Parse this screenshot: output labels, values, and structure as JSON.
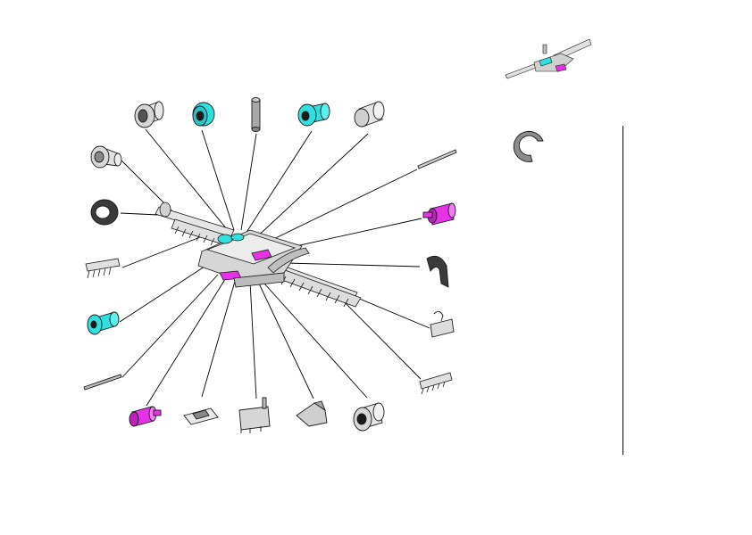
{
  "colors": {
    "outline": "#1a1a1a",
    "leader": "#000000",
    "part_gray": "#d9d9d9",
    "part_gray_dark": "#9a9a9a",
    "accent_cyan": "#33dede",
    "accent_magenta": "#e632e6",
    "clip_dark": "#3a3a3a"
  },
  "parts": [
    {
      "name": "flanged-bushing-part",
      "icon": "flanged-bushing-icon"
    },
    {
      "name": "cyan-spacer-part",
      "icon": "cyan-spacer-icon"
    },
    {
      "name": "pin-part",
      "icon": "pin-icon"
    },
    {
      "name": "cyan-flanged-roller-part",
      "icon": "cyan-flanged-roller-icon"
    },
    {
      "name": "sleeve-part",
      "icon": "sleeve-icon"
    },
    {
      "name": "flange-bearing-part",
      "icon": "flange-bearing-icon"
    },
    {
      "name": "washer-part",
      "icon": "washer-icon"
    },
    {
      "name": "comb-plate-left-part",
      "icon": "comb-plate-icon"
    },
    {
      "name": "cyan-roller-left-part",
      "icon": "cyan-roller-icon"
    },
    {
      "name": "long-rod-left-part",
      "icon": "rod-icon"
    },
    {
      "name": "magenta-roller-bottom-part",
      "icon": "magenta-roller-icon"
    },
    {
      "name": "latch-plate-part",
      "icon": "latch-plate-icon"
    },
    {
      "name": "bracket-part",
      "icon": "bracket-icon"
    },
    {
      "name": "cam-block-part",
      "icon": "cam-block-icon"
    },
    {
      "name": "bushing-bottom-part",
      "icon": "bushing-icon"
    },
    {
      "name": "comb-plate-right-part",
      "icon": "comb-plate-icon"
    },
    {
      "name": "clip-bracket-part",
      "icon": "clip-bracket-icon"
    },
    {
      "name": "spring-clip-part",
      "icon": "spring-clip-icon"
    },
    {
      "name": "magenta-roller-right-part",
      "icon": "magenta-roller-icon"
    },
    {
      "name": "long-rod-right-part",
      "icon": "rod-icon"
    }
  ]
}
